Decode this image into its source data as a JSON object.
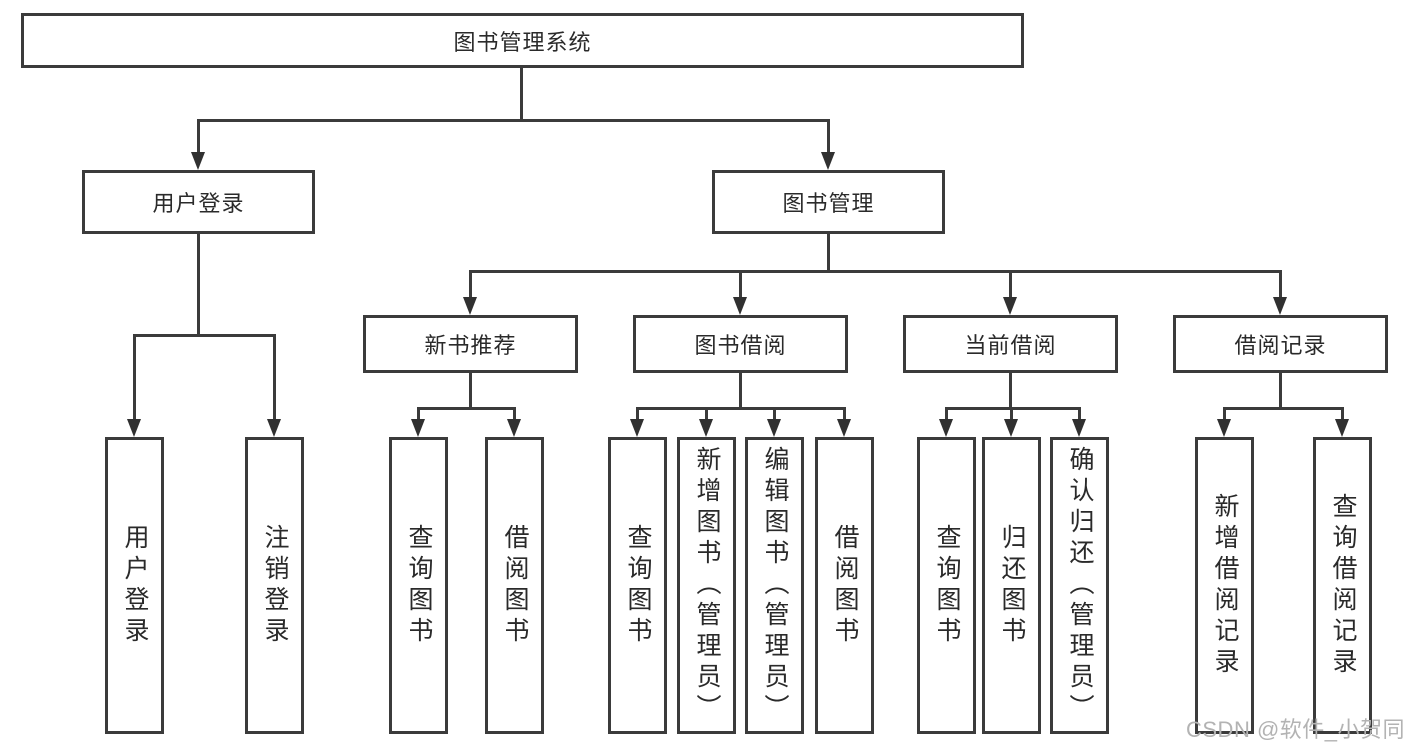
{
  "diagram_title": "图书管理系统",
  "nodes": {
    "root": {
      "label": "图书管理系统"
    },
    "level1": [
      {
        "label": "用户登录"
      },
      {
        "label": "图书管理"
      }
    ],
    "level2": [
      {
        "label": "新书推荐",
        "parent": "图书管理"
      },
      {
        "label": "图书借阅",
        "parent": "图书管理"
      },
      {
        "label": "当前借阅",
        "parent": "图书管理"
      },
      {
        "label": "借阅记录",
        "parent": "图书管理"
      }
    ],
    "leaves": [
      {
        "label": "用户登录",
        "parent": "用户登录"
      },
      {
        "label": "注销登录",
        "parent": "用户登录"
      },
      {
        "label": "查询图书",
        "parent": "新书推荐"
      },
      {
        "label": "借阅图书",
        "parent": "新书推荐"
      },
      {
        "label": "查询图书",
        "parent": "图书借阅"
      },
      {
        "label": "新增图书（管理员）",
        "parent": "图书借阅"
      },
      {
        "label": "编辑图书（管理员）",
        "parent": "图书借阅"
      },
      {
        "label": "借阅图书",
        "parent": "图书借阅"
      },
      {
        "label": "查询图书",
        "parent": "当前借阅"
      },
      {
        "label": "归还图书",
        "parent": "当前借阅"
      },
      {
        "label": "确认归还（管理员）",
        "parent": "当前借阅"
      },
      {
        "label": "新增借阅记录",
        "parent": "借阅记录"
      },
      {
        "label": "查询借阅记录",
        "parent": "借阅记录"
      }
    ]
  },
  "watermark": "CSDN @软件_小贺同学",
  "colors": {
    "background": "#ffffff",
    "line": "#3b3b3b",
    "arrow": "#303030",
    "text": "#2a2a2a",
    "watermark": "#b3b3b3"
  }
}
